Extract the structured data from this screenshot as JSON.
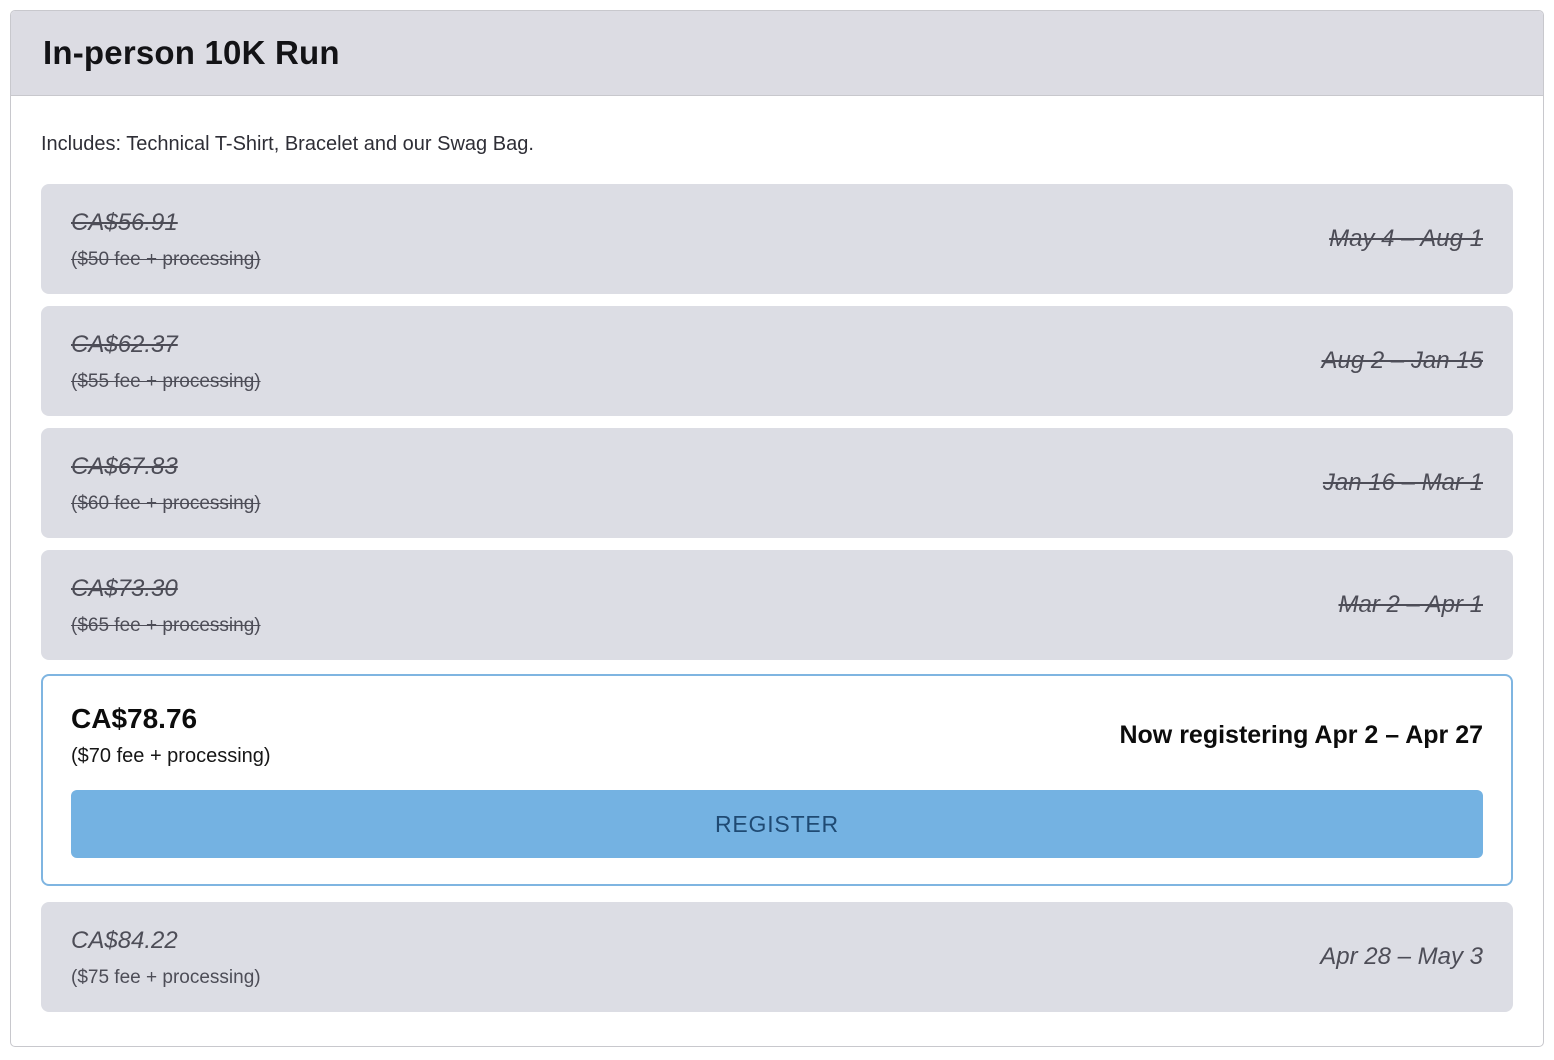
{
  "header": {
    "title": "In-person 10K Run"
  },
  "description": "Includes: Technical T-Shirt, Bracelet and our Swag Bag.",
  "colors": {
    "header_bg": "#dcdce3",
    "row_bg": "#dcdde4",
    "row_text": "#4d4d57",
    "active_border": "#7fb5e1",
    "button_bg": "#74b2e2",
    "button_text": "#1f4a73"
  },
  "tiers": [
    {
      "price": "CA$56.91",
      "fee": "($50 fee + processing)",
      "dates": "May 4 – Aug 1",
      "status": "past"
    },
    {
      "price": "CA$62.37",
      "fee": "($55 fee + processing)",
      "dates": "Aug 2 – Jan 15",
      "status": "past"
    },
    {
      "price": "CA$67.83",
      "fee": "($60 fee + processing)",
      "dates": "Jan 16 – Mar 1",
      "status": "past"
    },
    {
      "price": "CA$73.30",
      "fee": "($65 fee + processing)",
      "dates": "Mar 2 – Apr 1",
      "status": "past"
    },
    {
      "price": "CA$78.76",
      "fee": "($70 fee + processing)",
      "dates": "Now registering Apr 2 – Apr 27",
      "status": "active",
      "button_label": "REGISTER"
    },
    {
      "price": "CA$84.22",
      "fee": "($75 fee + processing)",
      "dates": "Apr 28 – May 3",
      "status": "future"
    }
  ]
}
